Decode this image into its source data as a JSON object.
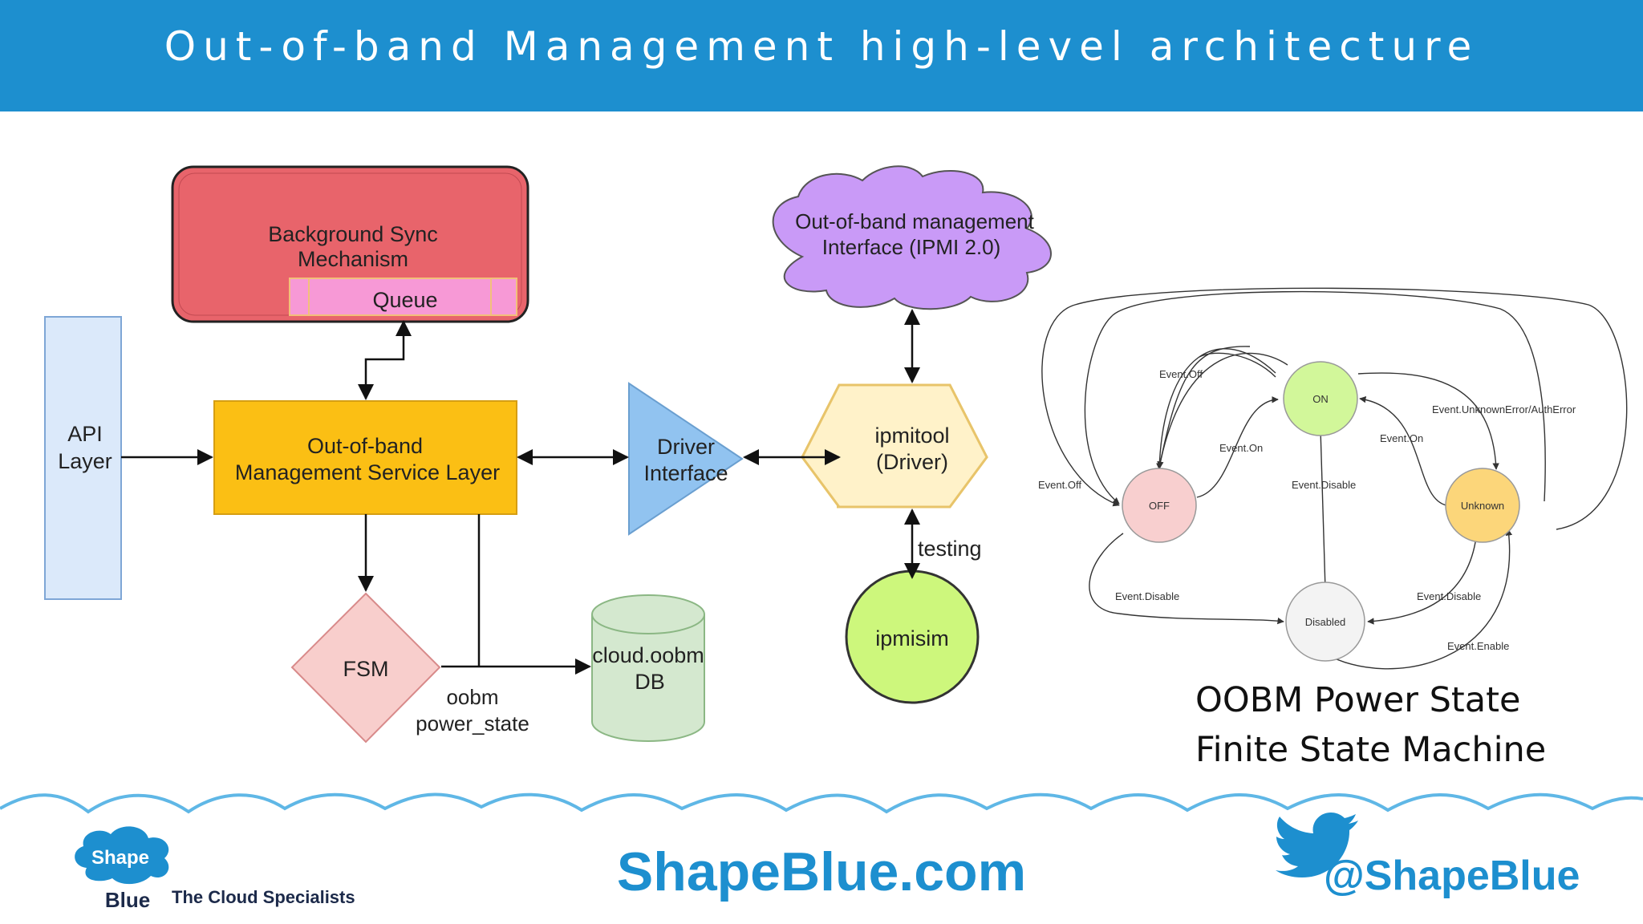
{
  "header": {
    "title": "Out-of-band Management high-level architecture"
  },
  "colors": {
    "brand": "#1d8fcf",
    "background_sync": "#e8646b",
    "queue": "#f799d6",
    "service_layer": "#fbbf14",
    "driver_interface": "#91c3f0",
    "ipmitool": "#fff2c9",
    "ipmisim": "#cdf77c",
    "cloud": "#c99af7",
    "fsm": "#f8cecc",
    "db": "#d4e8cf",
    "api_layer": "#dbe9fa"
  },
  "architecture": {
    "background_sync": {
      "line1": "Background Sync",
      "line2": "Mechanism"
    },
    "queue": "Queue",
    "api_layer": {
      "line1": "API",
      "line2": "Layer"
    },
    "service_layer": {
      "line1": "Out-of-band",
      "line2": "Management Service Layer"
    },
    "driver_interface": {
      "line1": "Driver",
      "line2": "Interface"
    },
    "ipmitool": {
      "line1": "ipmitool",
      "line2": "(Driver)"
    },
    "oob_interface": {
      "line1": "Out-of-band management",
      "line2": "Interface (IPMI 2.0)"
    },
    "fsm": "FSM",
    "db": {
      "line1": "cloud.oobm",
      "line2": "DB"
    },
    "db_edge_label": {
      "line1": "oobm",
      "line2": "power_state"
    },
    "testing_label": "testing",
    "ipmisim": "ipmisim"
  },
  "state_machine": {
    "states": {
      "on": "ON",
      "off": "OFF",
      "unknown": "Unknown",
      "disabled": "Disabled"
    },
    "transitions": {
      "event_off_top": "Event.Off",
      "event_off_left": "Event.Off",
      "event_on_left": "Event.On",
      "event_on_right": "Event.On",
      "event_unknown_error": "Event.UnknownError/AuthError",
      "event_disable_center": "Event.Disable",
      "event_disable_left": "Event.Disable",
      "event_disable_right": "Event.Disable",
      "event_enable": "Event.Enable"
    },
    "caption": {
      "line1": "OOBM Power State",
      "line2": "Finite State Machine"
    }
  },
  "footer": {
    "logo": {
      "line1": "Shape",
      "line2": "Blue"
    },
    "tagline": "The Cloud Specialists",
    "website": "ShapeBlue.com",
    "handle": "@ShapeBlue",
    "twitter_icon": "twitter-bird-icon"
  }
}
